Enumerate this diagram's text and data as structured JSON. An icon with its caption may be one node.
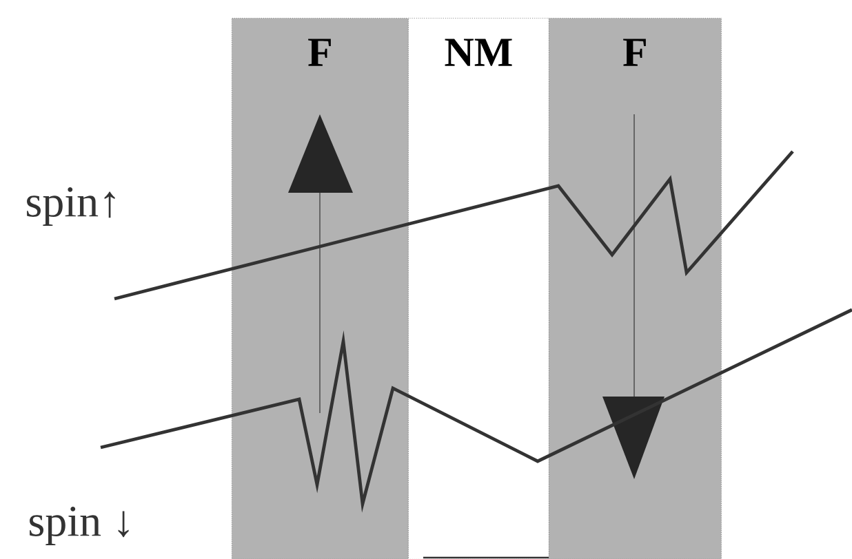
{
  "diagram": {
    "nodes": [
      {
        "text": [
          "F"
        ]
      },
      {
        "text": [
          "NM"
        ]
      },
      {
        "text": [
          "F"
        ]
      }
    ],
    "labels": [
      "spin↑",
      "spin ↓"
    ]
  }
}
